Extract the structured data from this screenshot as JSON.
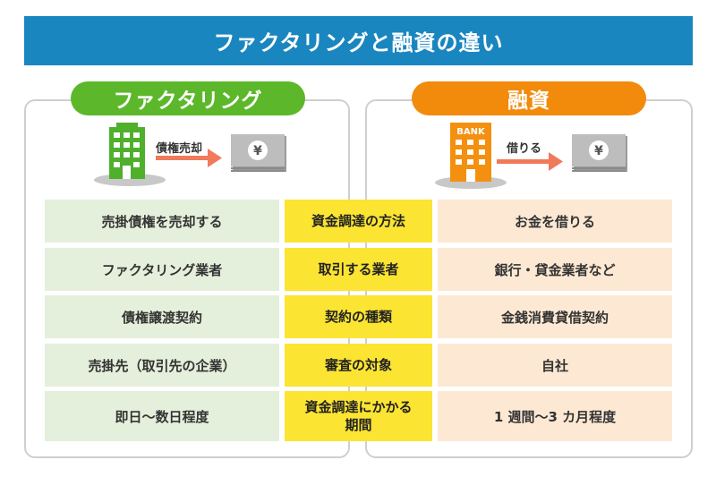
{
  "banner": {
    "title": "ファクタリングと融資の違い"
  },
  "left": {
    "label": "ファクタリング",
    "arrow_label": "債権売却",
    "yen_symbol": "¥"
  },
  "right": {
    "label": "融資",
    "arrow_label": "借りる",
    "bank_text": "BANK",
    "yen_symbol": "¥"
  },
  "rows": [
    {
      "left": "売掛債権を売却する",
      "category": "資金調達の方法",
      "right": "お金を借りる"
    },
    {
      "left": "ファクタリング業者",
      "category": "取引する業者",
      "right": "銀行・貸金業者など"
    },
    {
      "left": "債権譲渡契約",
      "category": "契約の種類",
      "right": "金銭消費貸借契約"
    },
    {
      "left": "売掛先（取引先の企業）",
      "category": "審査の対象",
      "right": "自社"
    },
    {
      "left": "即日〜数日程度",
      "category": "資金調達にかかる期間",
      "right": "1 週間〜3 カ月程度"
    }
  ],
  "colors": {
    "banner": "#1a86c0",
    "left_accent": "#5cb82a",
    "right_accent": "#f28a0c",
    "category": "#fbe432",
    "left_cell": "#e4f0db",
    "right_cell": "#fde9d3",
    "arrow": "#f07a5a"
  }
}
